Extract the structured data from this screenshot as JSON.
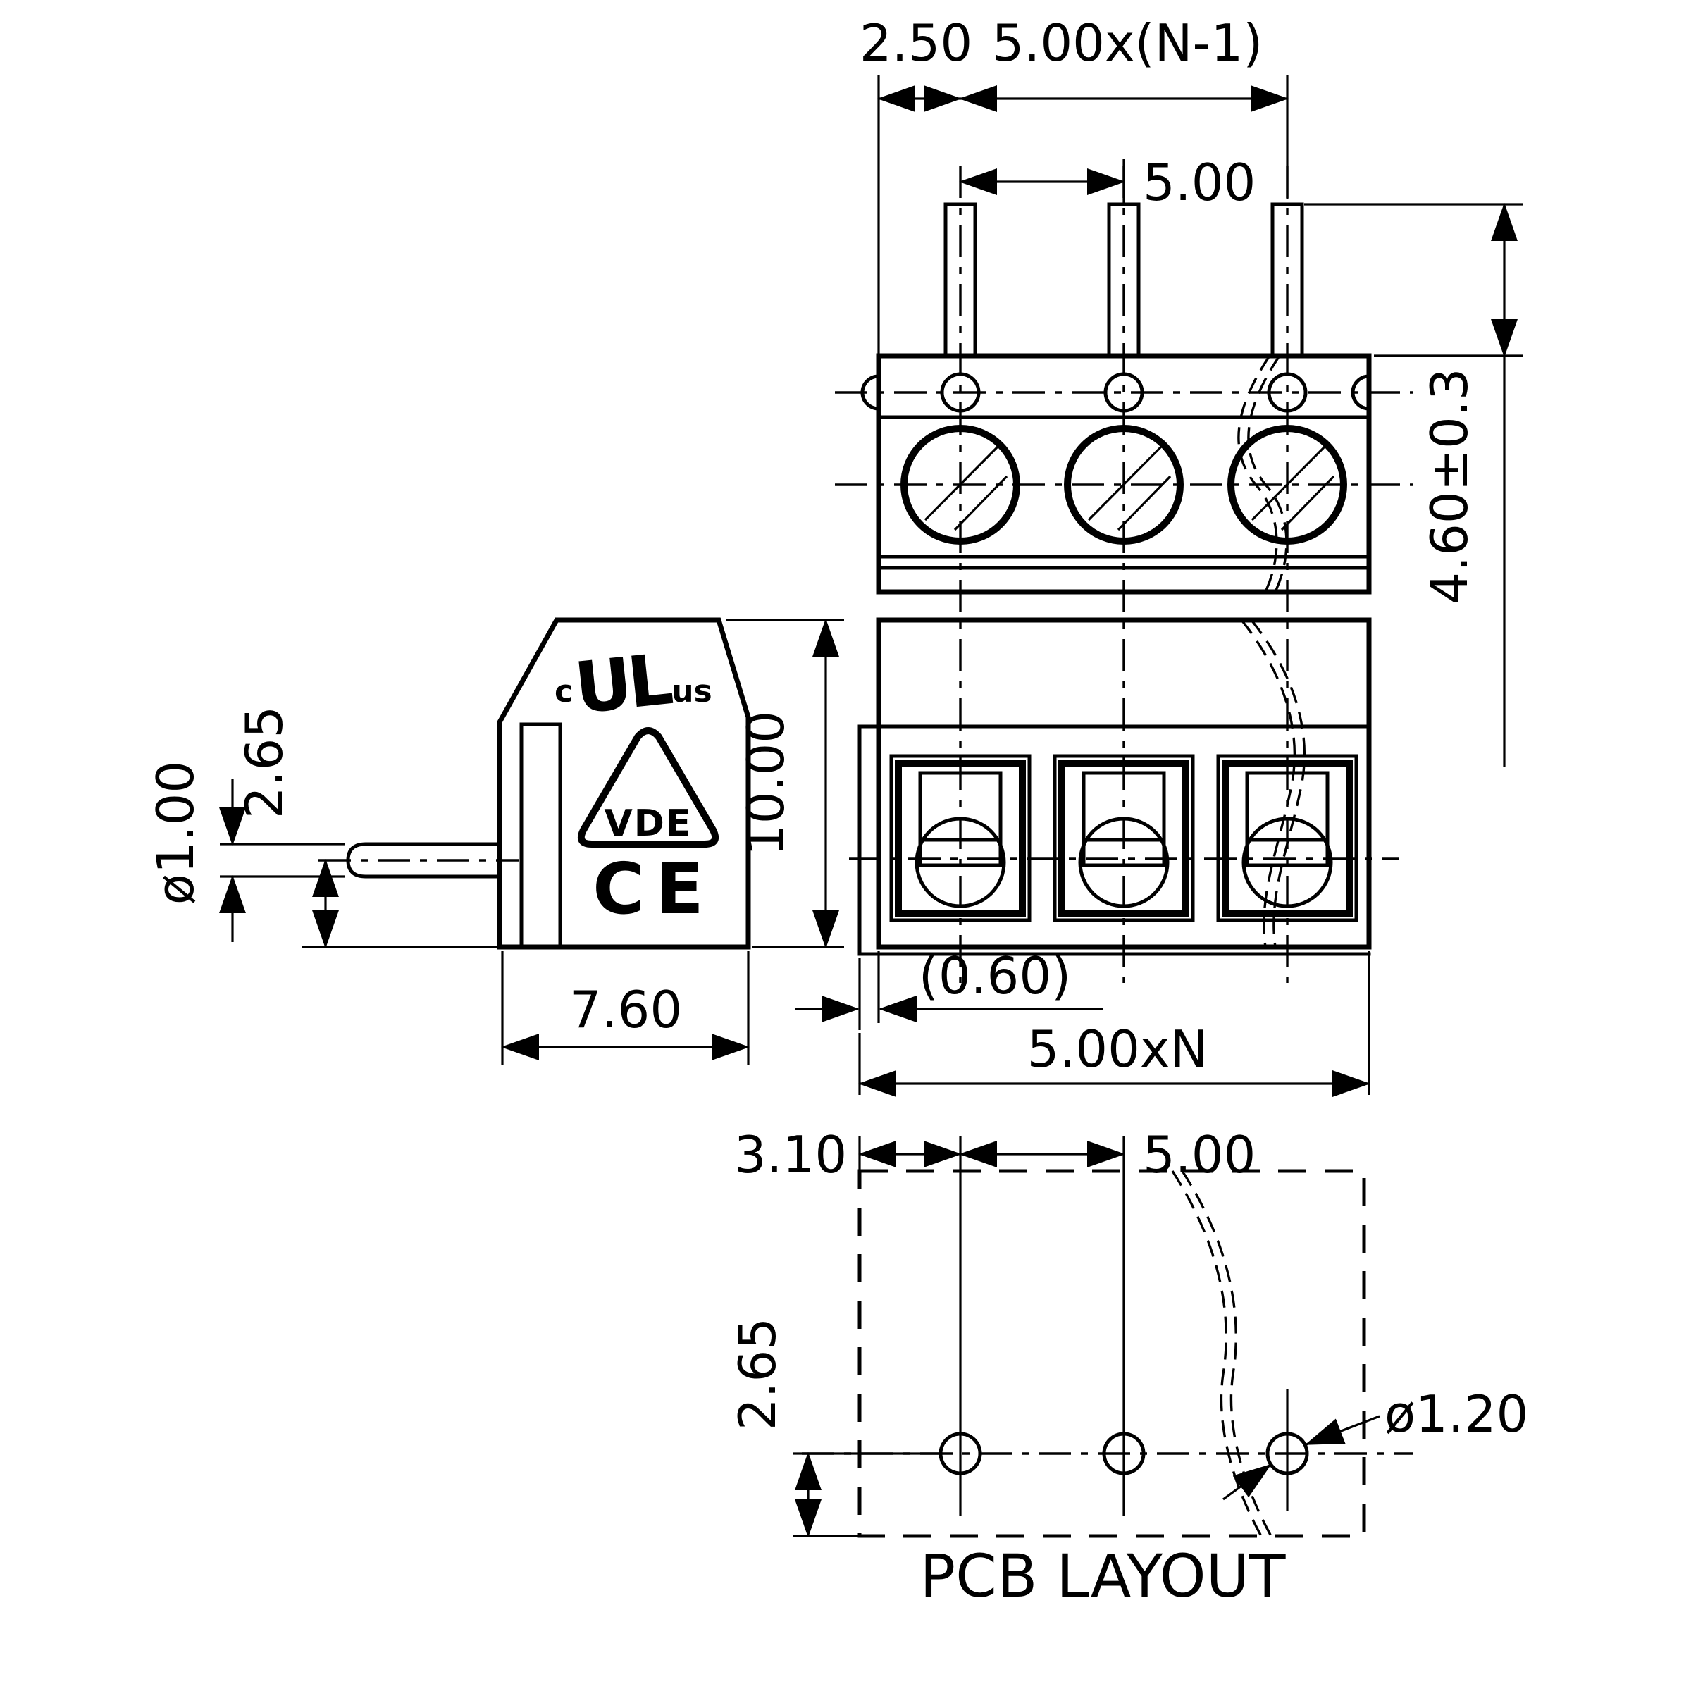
{
  "colors": {
    "ink": "#000000",
    "background": "#ffffff"
  },
  "top_view": {
    "dim_edge_to_pin": "2.50",
    "dim_pin_span": "5.00x(N-1)",
    "dim_pin_pitch": "5.00",
    "dim_pin_length": "4.60±0.3"
  },
  "side_view": {
    "dim_pin_diameter": "ø1.00",
    "dim_pin_offset": "2.65",
    "dim_height": "10.00",
    "dim_depth": "7.60",
    "ul_mark_c": "c",
    "ul_mark": "UL",
    "ul_mark_us": "us",
    "vde_mark": "VDE",
    "ce_mark": "CE"
  },
  "front_view": {
    "dim_end_clearance": "(0.60)",
    "dim_total_width": "5.00xN"
  },
  "pcb_layout": {
    "dim_edge_to_hole": "3.10",
    "dim_hole_pitch": "5.00",
    "dim_hole_offset": "2.65",
    "dim_hole_diameter": "ø1.20",
    "caption": "PCB LAYOUT"
  }
}
